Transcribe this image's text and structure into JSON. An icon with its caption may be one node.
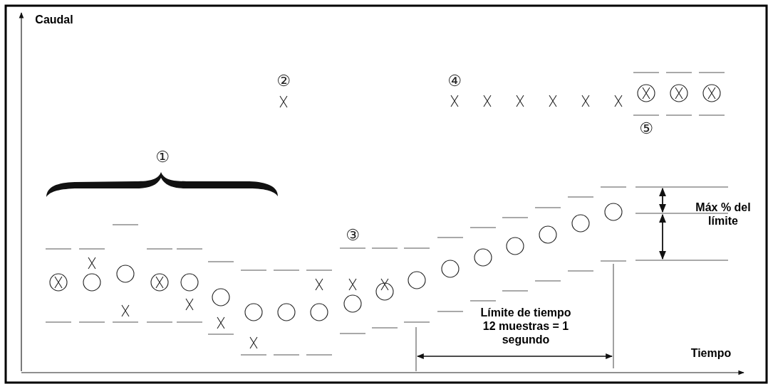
{
  "diagram": {
    "labels": [
      "Caudal",
      "②",
      "④",
      "⑤",
      "①",
      "Máx % del límite",
      "③",
      "Límite de tiempo 12 muestras = 1 segundo",
      "Tiempo"
    ]
  }
}
